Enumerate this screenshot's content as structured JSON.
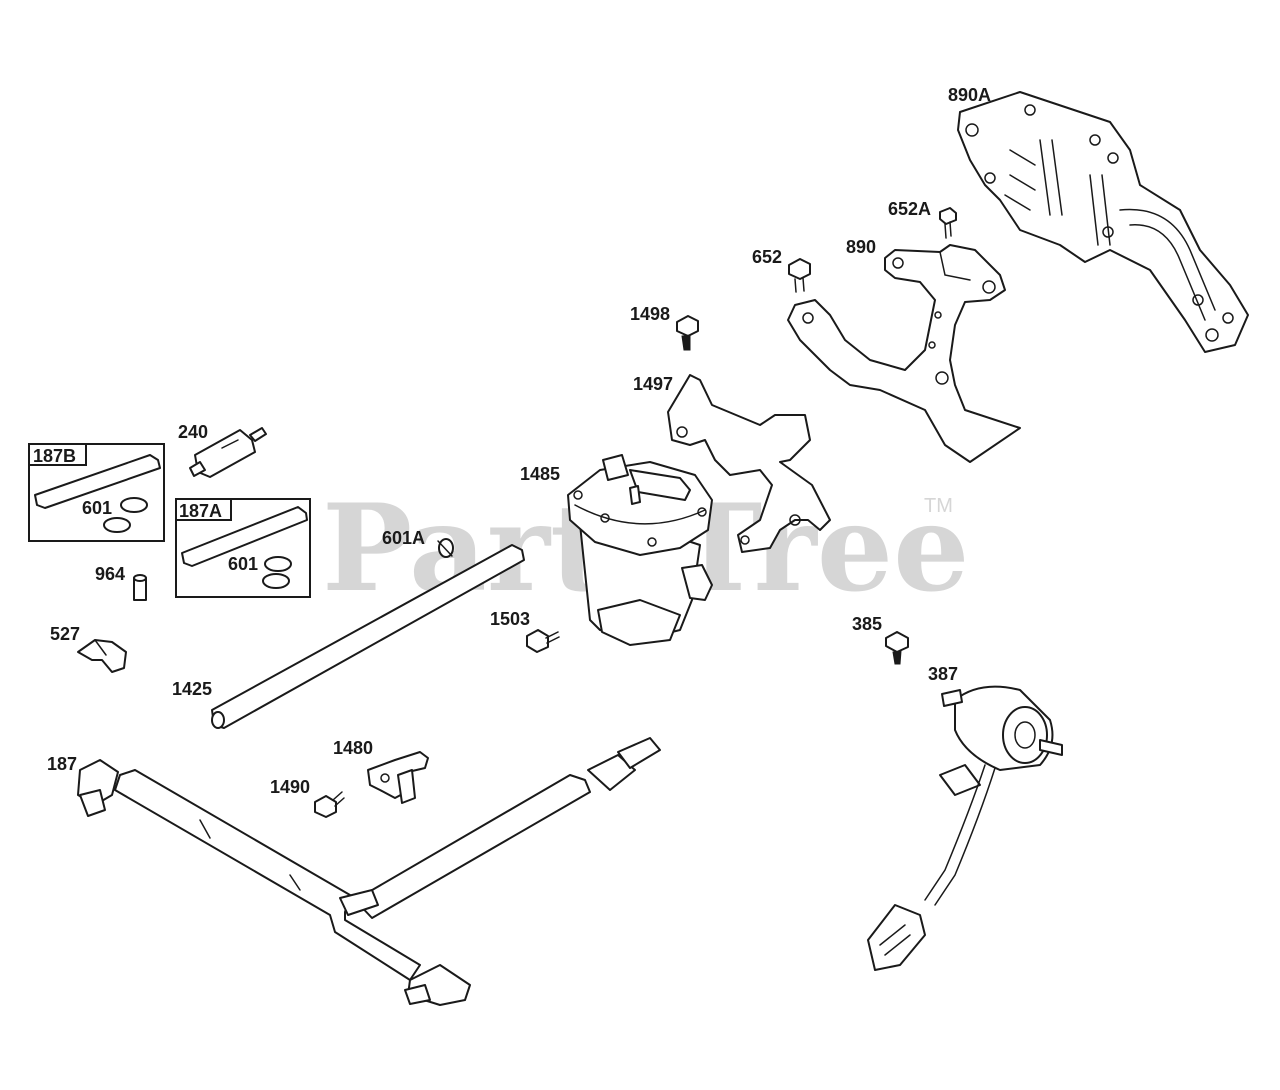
{
  "watermark": {
    "text": "PartsTree",
    "trademark": "TM"
  },
  "kits": [
    {
      "id": "kit-187b",
      "label": "187B"
    },
    {
      "id": "kit-187a",
      "label": "187A"
    }
  ],
  "part_labels": {
    "p890a": "890A",
    "p652a": "652A",
    "p890": "890",
    "p652": "652",
    "p1498": "1498",
    "p1497": "1497",
    "p240": "240",
    "p1485": "1485",
    "p601a": "601A",
    "p601_b": "601",
    "p601_a": "601",
    "p964": "964",
    "p527": "527",
    "p1503": "1503",
    "p385": "385",
    "p387": "387",
    "p1425": "1425",
    "p187": "187",
    "p1480": "1480",
    "p1490": "1490"
  }
}
